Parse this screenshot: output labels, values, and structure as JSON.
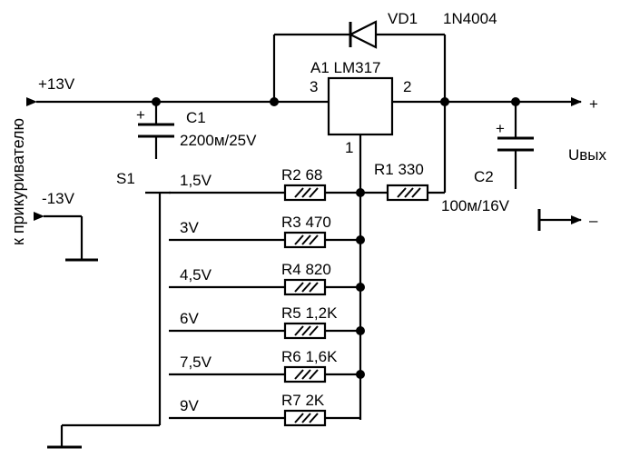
{
  "supply": {
    "plus_label": "+13V",
    "minus_label": "-13V",
    "side_label": "к прикуривателю"
  },
  "regulator": {
    "designator": "A1 LM317",
    "pin_in": "3",
    "pin_out": "2",
    "pin_adj": "1"
  },
  "diode": {
    "designator": "VD1",
    "part": "1N4004"
  },
  "c1": {
    "designator": "C1",
    "value": "2200м/25V",
    "polarity": "+"
  },
  "c2": {
    "designator": "C2",
    "value": "100м/16V",
    "polarity": "+"
  },
  "r1": {
    "label": "R1 330"
  },
  "switch": {
    "designator": "S1"
  },
  "output": {
    "label": "Uвых",
    "plus": "+",
    "minus": "–"
  },
  "taps": [
    {
      "voltage": "1,5V",
      "resistor": "R2 68"
    },
    {
      "voltage": "3V",
      "resistor": "R3 470"
    },
    {
      "voltage": "4,5V",
      "resistor": "R4 820"
    },
    {
      "voltage": "6V",
      "resistor": "R5 1,2K"
    },
    {
      "voltage": "7,5V",
      "resistor": "R6 1,6K"
    },
    {
      "voltage": "9V",
      "resistor": "R7 2K"
    }
  ]
}
